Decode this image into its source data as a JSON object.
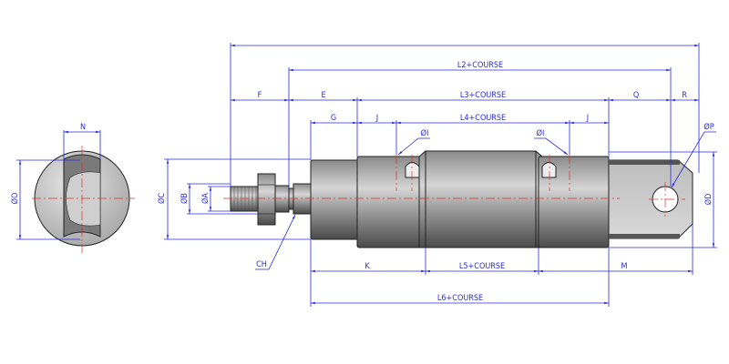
{
  "drawing": {
    "dimensions": {
      "overall": "",
      "l2": "L2+COURSE",
      "f": "F",
      "e": "E",
      "l3": "L3+COURSE",
      "q": "Q",
      "r": "R",
      "g": "G",
      "j_left": "J",
      "l4": "L4+COURSE",
      "j_right": "J",
      "i_left": "ØI",
      "i_right": "ØI",
      "p": "ØP",
      "c": "ØC",
      "b": "ØB",
      "a": "ØA",
      "ch": "CH",
      "d": "ØD",
      "k": "K",
      "l5": "L5+COURSE",
      "m": "M",
      "l6": "L6+COURSE",
      "n": "N",
      "o": "ØO"
    },
    "colors": {
      "dimension": "#2a2adf",
      "axis": "#e03030",
      "outline": "#222222"
    }
  }
}
